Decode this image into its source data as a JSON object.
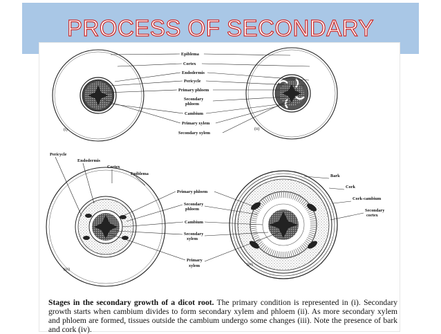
{
  "title": "PROCESS OF SECONDARY GROWTH",
  "colors": {
    "title_fill": "#ffffff",
    "title_stroke": "#cc2a2a",
    "band": "#a9c7e6"
  },
  "stage_labels": {
    "i": "(i)",
    "ii": "(ii)",
    "iii": "(iii)",
    "iv": "(iv)"
  },
  "labels": {
    "epiblema": "Epiblema",
    "cortex": "Cortex",
    "endodermis": "Endodermis",
    "pericycle": "Pericycle",
    "primary_phloem": "Primary phloem",
    "secondary_phloem_1": "Secondary",
    "secondary_phloem_2": "phloem",
    "cambium": "Cambium",
    "primary_xylem": "Primary xylem",
    "secondary_xylem": "Secondary xylem",
    "pericycle_b": "Pericycle",
    "endodermis_b": "Endodermis",
    "cortex_b": "Cortex",
    "epiblema_b": "Epiblema",
    "primary_phloem_b": "Primary phloem",
    "secondary_phloem_b1": "Secondary",
    "secondary_phloem_b2": "phloem",
    "cambium_b": "Cambium",
    "secondary_xylem_b1": "Secondary",
    "secondary_xylem_b2": "xylem",
    "primary_xylem_b1": "Primary",
    "primary_xylem_b2": "xylem",
    "bark": "Bark",
    "cork": "Cork",
    "cork_cambium": "Cork-cambium",
    "secondary_cortex_1": "Secondary",
    "secondary_cortex_2": "cortex"
  },
  "caption": {
    "bold": "Stages in the secondary growth of a dicot root.",
    "text": " The primary condition is represented in (i). Secondary growth starts when cambium divides to form secondary xylem and phloem (ii). As more secondary xylem and phloem are formed, tissues outside the cambium undergo some changes (iii). Note the presence of bark and cork (iv)."
  }
}
